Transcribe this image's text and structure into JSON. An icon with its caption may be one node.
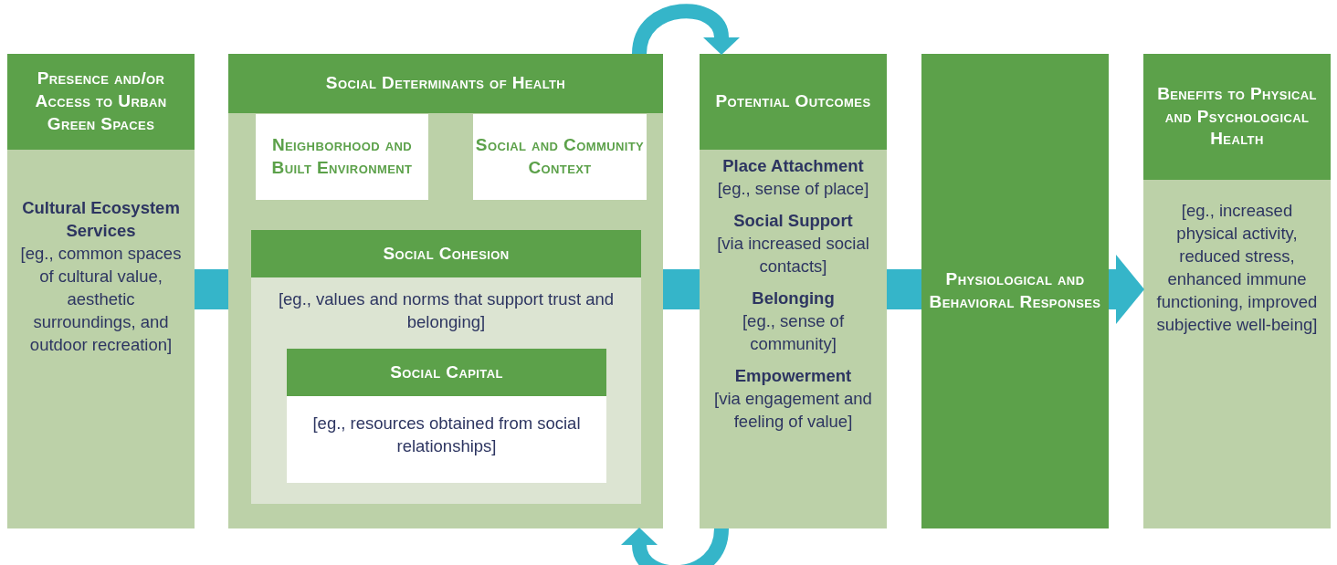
{
  "diagram": {
    "nodes": [
      {
        "text": [
          "Presence and/or Access to Urban Green Spaces",
          "Cultural Ecosystem Services",
          "[eg., common spaces of cultural value, aesthetic surroundings, and outdoor recreation]"
        ]
      },
      {
        "text": [
          "Social Determinants of Health"
        ]
      },
      {
        "text": [
          "Neighborhood and Built Environment"
        ],
        "in": 1
      },
      {
        "text": [
          "Social and Community Context"
        ],
        "in": 1
      },
      {
        "text": [
          "Social Cohesion",
          "[eg., values and norms that support trust and belonging]"
        ],
        "in": 1
      },
      {
        "text": [
          "Social Capital",
          "[eg., resources obtained from social relationships]"
        ],
        "in": 4
      },
      {
        "text": [
          "Potential Outcomes",
          "Place Attachment",
          "[eg., sense of place]",
          "Social Support",
          "[via increased social contacts]",
          "Belonging",
          "[eg., sense of community]",
          "Empowerment",
          "[via engagement and feeling of value]"
        ]
      },
      {
        "text": [
          "Physiological and Behavioral Responses"
        ]
      },
      {
        "text": [
          "Benefits to Physical and Psychological Health",
          "[eg., increased physical activity, reduced stress, enhanced immune functioning, improved subjective well-being]"
        ]
      }
    ],
    "edges": [
      {
        "from": 0,
        "to": 1,
        "arrow": "none"
      },
      {
        "from": 1,
        "to": 6,
        "arrow": "none"
      },
      {
        "from": 6,
        "to": 7,
        "arrow": "none"
      },
      {
        "from": 7,
        "to": 8,
        "arrow": "to"
      },
      {
        "from": 1,
        "to": 6,
        "arrow": "to"
      },
      {
        "from": 6,
        "to": 1,
        "arrow": "to"
      }
    ]
  }
}
